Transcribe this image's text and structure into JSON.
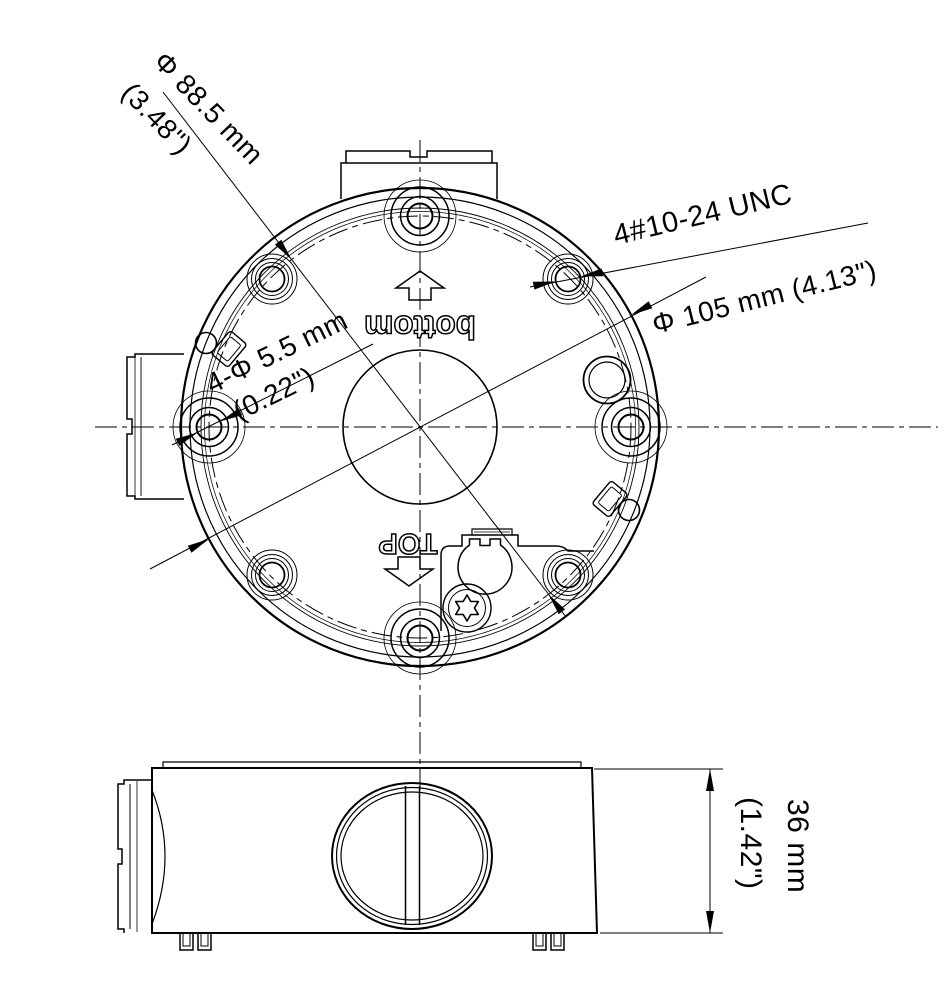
{
  "colors": {
    "line": "#000000",
    "background": "#ffffff"
  },
  "top_view": {
    "bolt_circle_dimension": {
      "line1": "Φ 88.5 mm",
      "line2": "(3.48\")"
    },
    "thread_callout": "4#10-24 UNC",
    "outer_diameter_dimension": "Φ 105 mm (4.13\")",
    "mounting_hole_dimension": {
      "line1": "4-Φ 5.5 mm",
      "line2": "(0.22\")"
    },
    "orientation_marker_bottom": "bottom",
    "orientation_marker_top": "TOP"
  },
  "side_view": {
    "height_dimension": {
      "line1": "36 mm",
      "line2": "(1.42\")"
    }
  }
}
